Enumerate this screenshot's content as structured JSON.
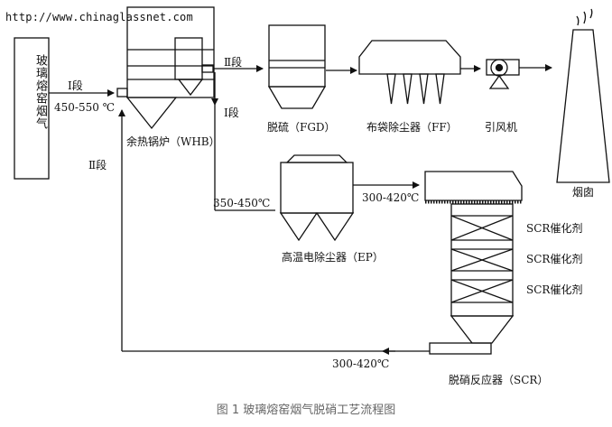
{
  "watermark": "http://www.chinaglassnet.com",
  "source": "玻璃熔窑烟气",
  "labels": {
    "stage_1_left": "Ⅰ段",
    "temp_in": "450-550 ℃",
    "stage_2_top": "Ⅱ段",
    "stage_1_down": "Ⅰ段",
    "stage_2_left": "Ⅱ段",
    "whb": "余热锅炉（WHB）",
    "fgd": "脱硫（FGD）",
    "ff": "布袋除尘器（FF）",
    "fan": "引风机",
    "chimney": "烟囱",
    "temp_ep_in": "350-450℃",
    "temp_scr_in": "300-420℃",
    "ep": "高温电除尘器（EP）",
    "scr_cat_1": "SCR催化剂",
    "scr_cat_2": "SCR催化剂",
    "scr_cat_3": "SCR催化剂",
    "temp_return": "300-420℃",
    "scr": "脱硝反应器（SCR）"
  },
  "caption": "图 1 玻璃熔窑烟气脱硝工艺流程图"
}
